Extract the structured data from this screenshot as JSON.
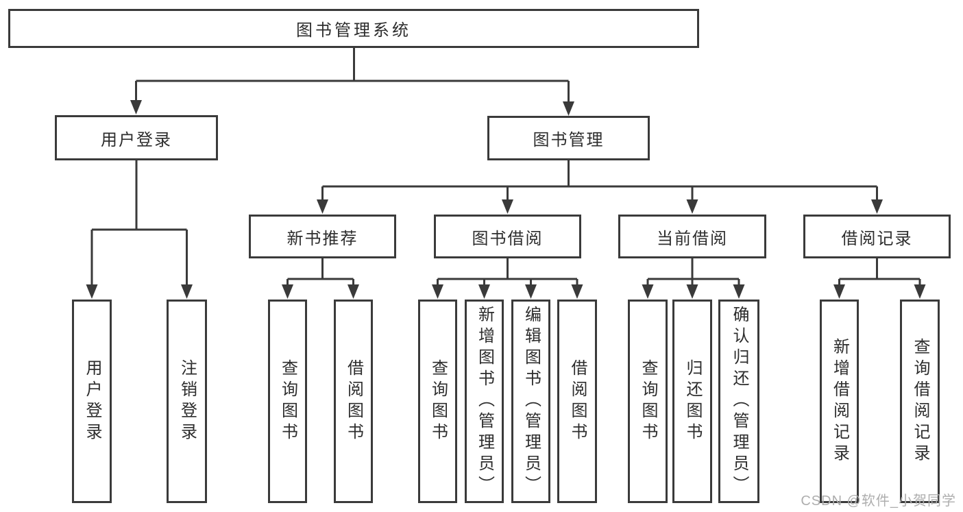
{
  "diagram": {
    "title": "图书管理系统",
    "level2": [
      {
        "label": "用户登录",
        "children": [
          {
            "label": "用户登录"
          },
          {
            "label": "注销登录"
          }
        ]
      },
      {
        "label": "图书管理",
        "children": [
          {
            "label": "新书推荐",
            "children": [
              {
                "label": "查询图书"
              },
              {
                "label": "借阅图书"
              }
            ]
          },
          {
            "label": "图书借阅",
            "children": [
              {
                "label": "查询图书"
              },
              {
                "label": "新增图书（管理员）"
              },
              {
                "label": "编辑图书（管理员）"
              },
              {
                "label": "借阅图书"
              }
            ]
          },
          {
            "label": "当前借阅",
            "children": [
              {
                "label": "查询图书"
              },
              {
                "label": "归还图书"
              },
              {
                "label": "确认归还（管理员）"
              }
            ]
          },
          {
            "label": "借阅记录",
            "children": [
              {
                "label": "新增借阅记录"
              },
              {
                "label": "查询借阅记录"
              }
            ]
          }
        ]
      }
    ]
  },
  "watermark": {
    "text": "CSDN @软件_小贺同学"
  },
  "colors": {
    "line": "#3a3a3a",
    "box_border": "#3a3a3a",
    "text": "#2d2d2d",
    "watermark": "#aeaeae",
    "background": "#ffffff"
  }
}
